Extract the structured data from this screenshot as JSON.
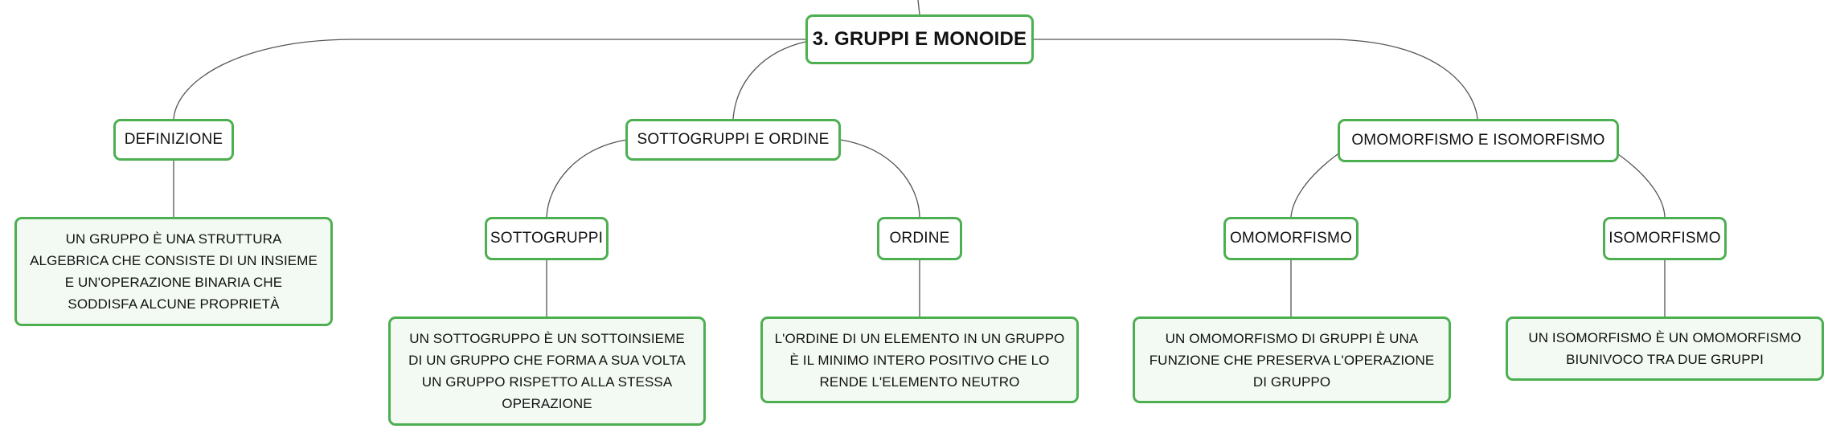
{
  "diagram": {
    "type": "mind-map",
    "colors": {
      "node_border": "#4caf50",
      "node_fill": "#f3faf3",
      "connector": "#555555"
    },
    "root": {
      "label": "3. GRUPPI E MONOIDE"
    },
    "branches": {
      "definizione": {
        "label": "DEFINIZIONE",
        "text": "UN GRUPPO È UNA STRUTTURA ALGEBRICA CHE CONSISTE DI UN INSIEME E UN'OPERAZIONE BINARIA CHE SODDISFA ALCUNE PROPRIETÀ"
      },
      "sottogruppi_ordine": {
        "label": "SOTTOGRUPPI E ORDINE",
        "sottogruppi": {
          "label": "SOTTOGRUPPI",
          "text": "UN SOTTOGRUPPO È UN SOTTOINSIEME DI UN GRUPPO CHE FORMA A SUA VOLTA UN GRUPPO RISPETTO ALLA STESSA OPERAZIONE"
        },
        "ordine": {
          "label": "ORDINE",
          "text": "L'ORDINE DI UN ELEMENTO IN UN GRUPPO È IL MINIMO INTERO POSITIVO CHE LO RENDE L'ELEMENTO NEUTRO"
        }
      },
      "omomorfismo_isomorfismo": {
        "label": "OMOMORFISMO E ISOMORFISMO",
        "omomorfismo": {
          "label": "OMOMORFISMO",
          "text": "UN OMOMORFISMO DI GRUPPI È UNA FUNZIONE CHE PRESERVA L'OPERAZIONE DI GRUPPO"
        },
        "isomorfismo": {
          "label": "ISOMORFISMO",
          "text": "UN ISOMORFISMO È UN OMOMORFISMO BIUNIVOCO TRA DUE GRUPPI"
        }
      }
    }
  }
}
